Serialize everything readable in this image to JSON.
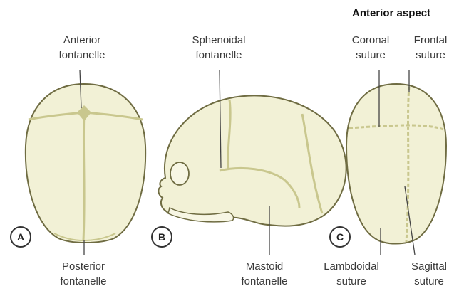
{
  "heading": "Anterior aspect",
  "panels": [
    {
      "tag": "A",
      "labels": {
        "top": [
          "Anterior",
          "fontanelle"
        ],
        "bottom": [
          "Posterior",
          "fontanelle"
        ]
      }
    },
    {
      "tag": "B",
      "labels": {
        "top": [
          "Sphenoidal",
          "fontanelle"
        ],
        "bottom": [
          "Mastoid",
          "fontanelle"
        ]
      }
    },
    {
      "tag": "C",
      "labels": {
        "top_left": [
          "Coronal",
          "suture"
        ],
        "top_right": [
          "Frontal",
          "suture"
        ],
        "bottom_left": [
          "Lambdoidal",
          "suture"
        ],
        "bottom_right": [
          "Sagittal",
          "suture"
        ]
      }
    }
  ],
  "colors": {
    "bone": "#f2f1d6",
    "outline": "#6f6c42",
    "suture": "#c9c78e",
    "leader": "#444444"
  }
}
